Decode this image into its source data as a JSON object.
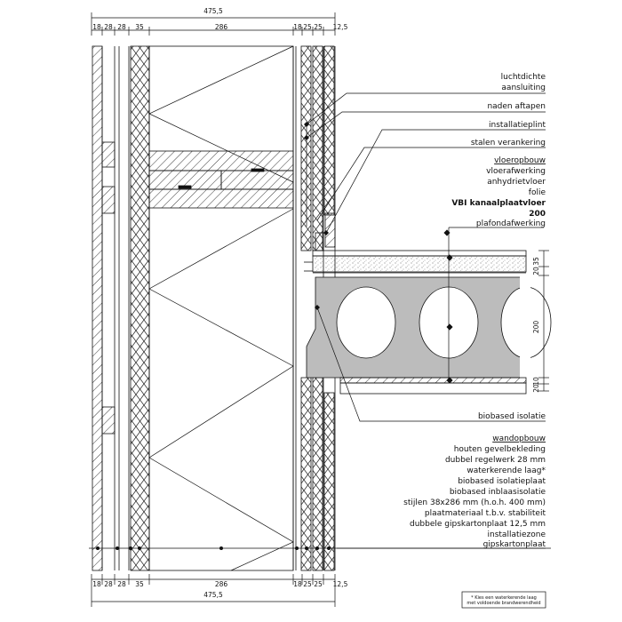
{
  "dimensions": {
    "overall_top": "475,5",
    "overall_bottom": "475,5",
    "wall_layers": [
      "18",
      "28",
      "28",
      "35",
      "286",
      "18",
      "25",
      "25",
      "12,5"
    ],
    "floor_layers": [
      "35",
      "20",
      "200",
      "10",
      "20"
    ]
  },
  "labels": {
    "luchtdichte": "luchtdichte",
    "aansluiting": "aansluiting",
    "naden": "naden aftapen",
    "installatieplint": "installatieplint",
    "stalen": "stalen verankering",
    "vloeropbouw": "vloeropbouw",
    "vloerafwerking": "vloerafwerking",
    "anhydriet": "anhydrietvloer",
    "folie": "folie",
    "vbi": "VBI kanaalplaatvloer",
    "vbi_200": "200",
    "plafond": "plafondafwerking",
    "biobased": "biobased isolatie"
  },
  "wandopbouw": {
    "title": "wandopbouw",
    "items": [
      "houten gevelbekleding",
      "dubbel regelwerk 28 mm",
      "waterkerende laag*",
      "biobased isolatieplaat",
      "biobased inblaasisolatie",
      "stijlen 38x286 mm (h.o.h. 400 mm)",
      "plaatmateriaal t.b.v. stabiliteit",
      "dubbele gipskartonplaat 12,5 mm",
      "installatiezone",
      "gipskartonplaat"
    ]
  },
  "footnote": {
    "line1": "* Kies een waterkerende laag",
    "line2": "met voldoende brandwerendheid"
  }
}
